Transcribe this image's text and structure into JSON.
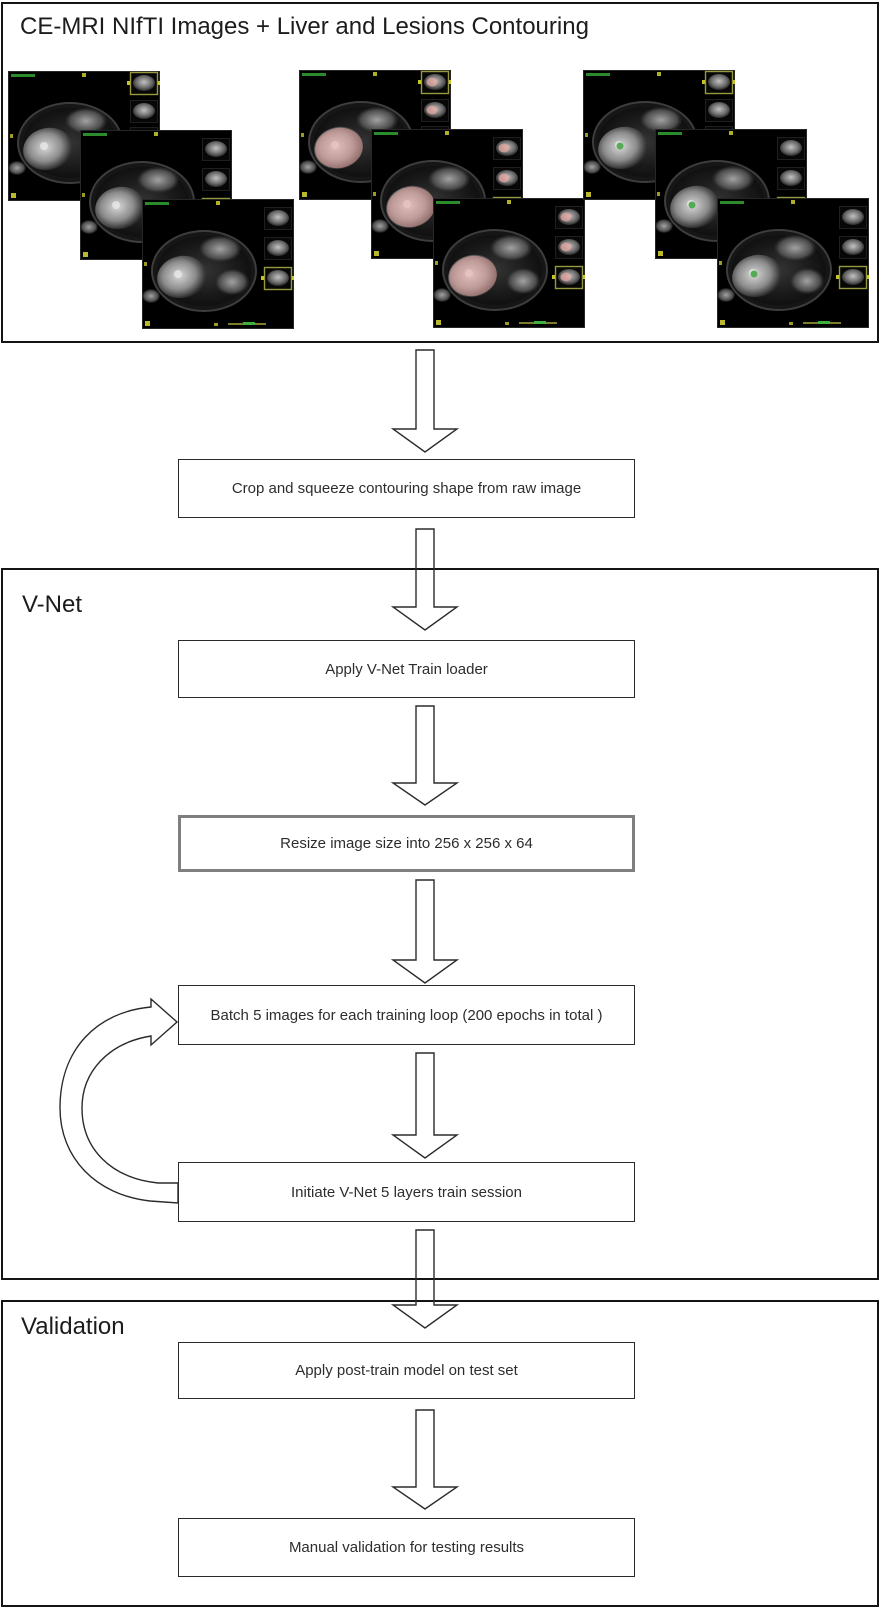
{
  "header": {
    "title": "CE-MRI NIfTI Images + Liver and Lesions Contouring"
  },
  "sections": {
    "vnet_label": "V-Net",
    "validation_label": "Validation"
  },
  "steps": {
    "crop": "Crop and squeeze contouring shape from raw image",
    "train_loader": "Apply V-Net Train loader",
    "resize": "Resize image size into 256 x 256 x 64",
    "batch": "Batch 5 images for each training loop (200 epochs in total )",
    "train_session": "Initiate V-Net 5 layers train session",
    "apply_model": "Apply post-train model on test set",
    "manual_validation": "Manual validation for testing results"
  },
  "mri": {
    "groups": [
      {
        "id": "raw-mri-stack",
        "overlay": "none",
        "slices": 3
      },
      {
        "id": "liver-contoured-stack",
        "overlay": "liver-pink",
        "slices": 3
      },
      {
        "id": "lesion-contoured-stack",
        "overlay": "lesion-green",
        "slices": 3
      }
    ],
    "colors": {
      "liver_overlay": "#e8a8a2",
      "lesion_marker": "#46a546",
      "annotation_green": "#2f9b2f",
      "annotation_yellow": "#c3c32a",
      "thumb_highlight": "#98983d"
    }
  }
}
